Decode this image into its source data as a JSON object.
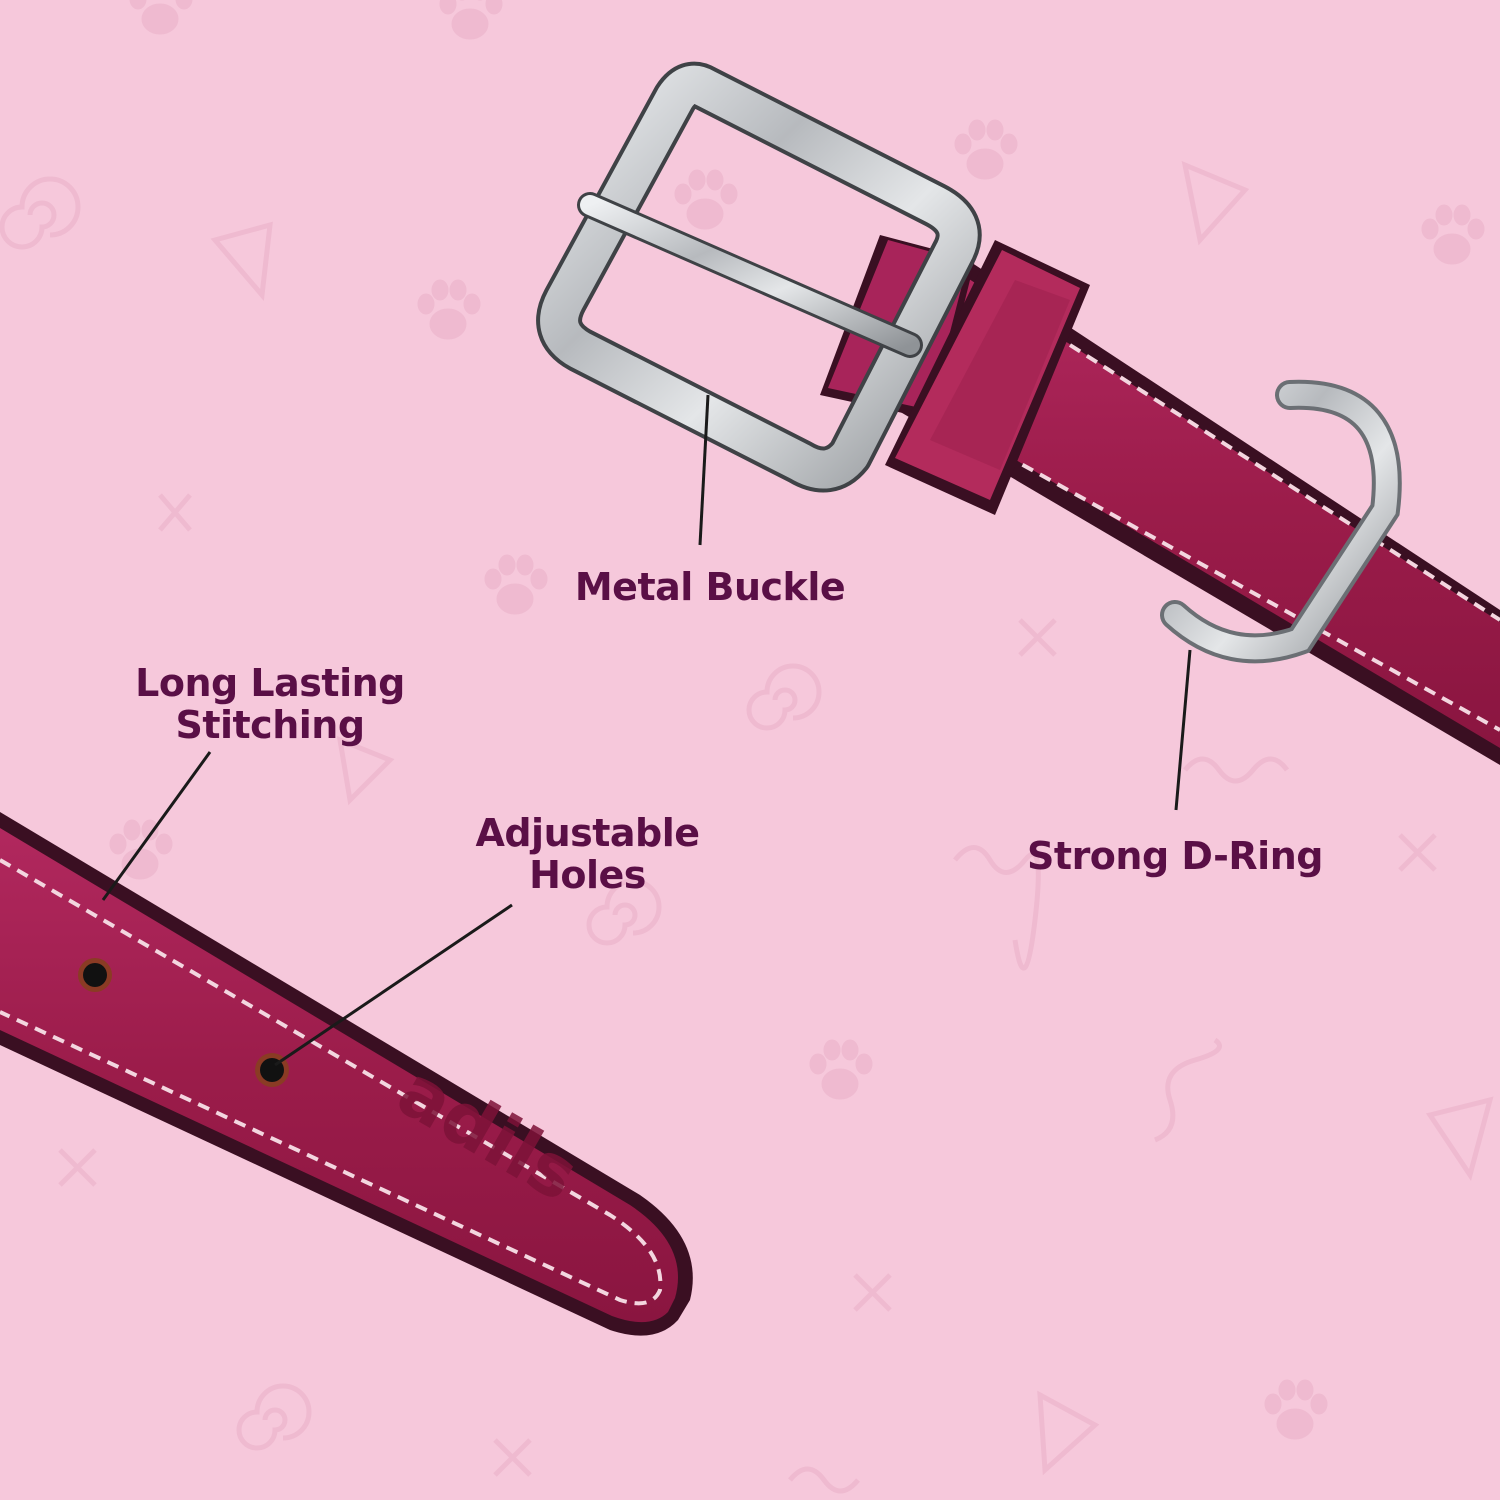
{
  "colors": {
    "background": "#f6c8db",
    "leather": "#a3204e",
    "leather_dark": "#7a1238",
    "edge": "#3a0f22",
    "stitch": "#f3d6df",
    "metal": "#c7c9cc",
    "label_text": "#5a0f46"
  },
  "brand_emboss": "adils",
  "labels": {
    "metal_buckle": "Metal Buckle",
    "stitching_line1": "Long Lasting",
    "stitching_line2": "Stitching",
    "holes_line1": "Adjustable",
    "holes_line2": "Holes",
    "d_ring": "Strong D-Ring"
  },
  "background_pattern_icons": [
    "paw-print-icon",
    "triangle-icon",
    "spiral-icon",
    "cross-icon",
    "squiggle-icon"
  ]
}
